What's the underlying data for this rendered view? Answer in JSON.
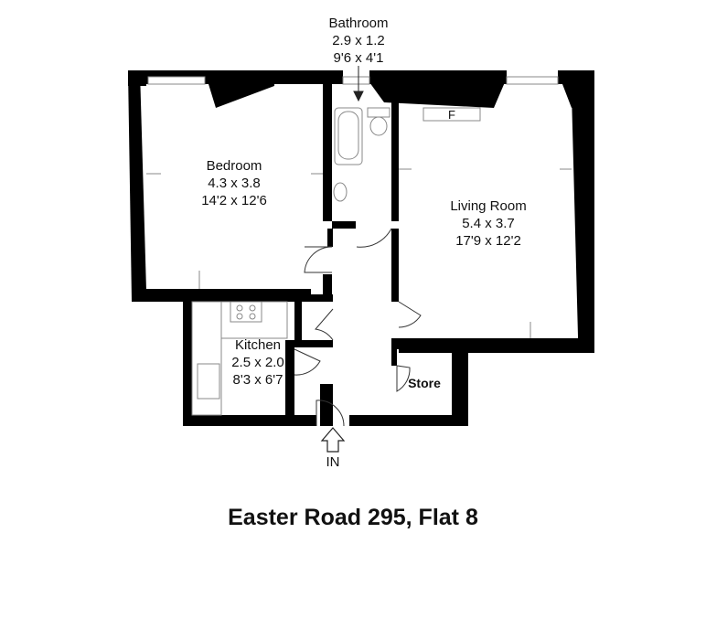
{
  "rooms": {
    "bathroom": {
      "name": "Bathroom",
      "metric": "2.9 x 1.2",
      "imperial": "9'6 x 4'1"
    },
    "bedroom": {
      "name": "Bedroom",
      "metric": "4.3 x 3.8",
      "imperial": "14'2 x 12'6"
    },
    "living_room": {
      "name": "Living Room",
      "metric": "5.4 x 3.7",
      "imperial": "17'9 x 12'2"
    },
    "kitchen": {
      "name": "Kitchen",
      "metric": "2.5 x 2.0",
      "imperial": "8'3 x 6'7"
    },
    "store": {
      "name": "Store"
    }
  },
  "fireplace_label": "F",
  "entrance_label": "IN",
  "title": "Easter Road 295, Flat 8",
  "colors": {
    "wall": "#000000",
    "fixture": "#888888",
    "background": "#ffffff"
  }
}
